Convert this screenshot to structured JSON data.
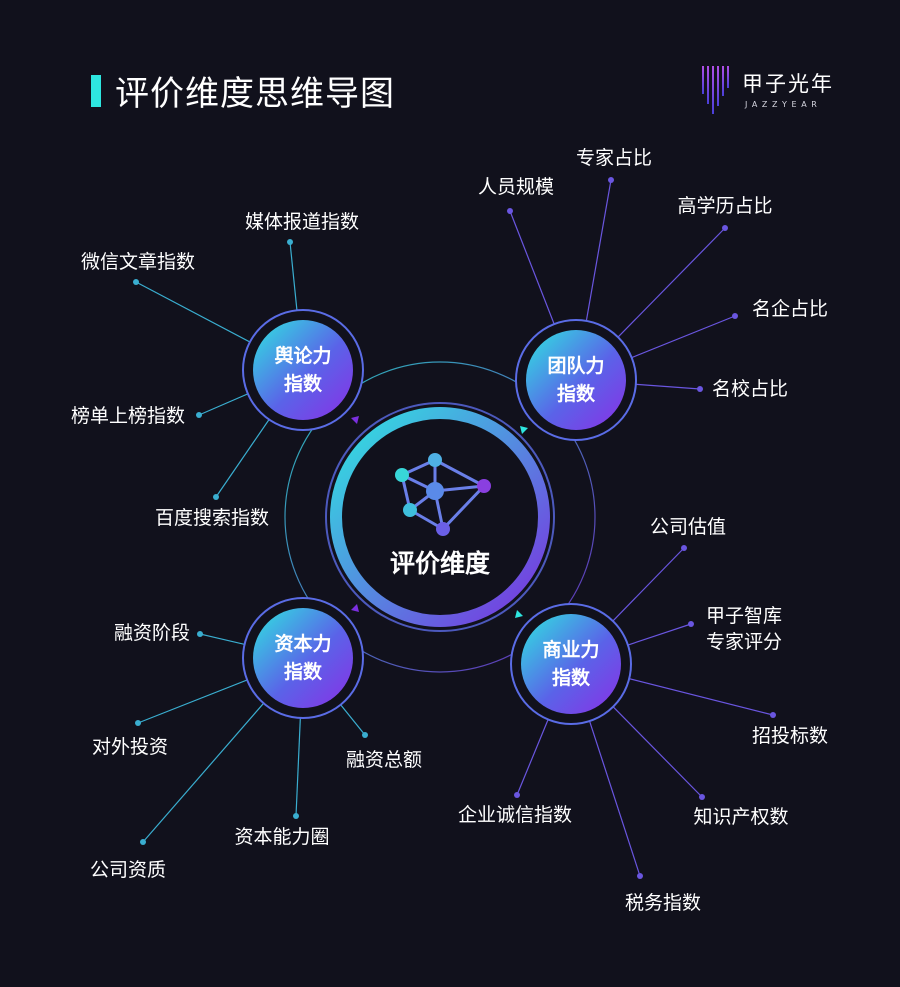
{
  "header": {
    "title": "评价维度思维导图",
    "accent_color": "#2ee6e0"
  },
  "logo": {
    "cn": "甲子光年",
    "en": "JAZZYEAR",
    "icon": "barcode-bars-icon"
  },
  "center": {
    "label": "评价维度",
    "icon": "network-nodes-icon"
  },
  "hubs": [
    {
      "id": "opinion",
      "label": "舆论力\n指数",
      "leaves": [
        "微信文章指数",
        "媒体报道指数",
        "榜单上榜指数",
        "百度搜索指数"
      ]
    },
    {
      "id": "team",
      "label": "团队力\n指数",
      "leaves": [
        "人员规模",
        "专家占比",
        "高学历占比",
        "名企占比",
        "名校占比"
      ]
    },
    {
      "id": "capital",
      "label": "资本力\n指数",
      "leaves": [
        "融资阶段",
        "对外投资",
        "公司资质",
        "资本能力圈",
        "融资总额"
      ]
    },
    {
      "id": "business",
      "label": "商业力\n指数",
      "leaves": [
        "公司估值",
        "甲子智库\n专家评分",
        "招投标数",
        "知识产权数",
        "税务指数",
        "企业诚信指数"
      ]
    }
  ],
  "colors": {
    "background": "#11111c",
    "gradient_start": "#2ee6e0",
    "gradient_end": "#7b2fe0",
    "line": "#5a7be0"
  }
}
